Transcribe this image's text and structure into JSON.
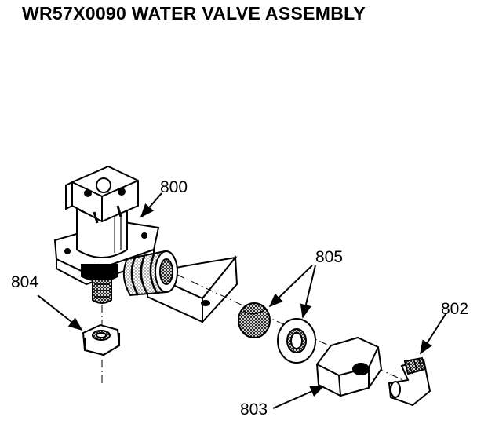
{
  "title": "WR57X0090 WATER VALVE ASSEMBLY",
  "callouts": {
    "c800": "800",
    "c802": "802",
    "c803": "803",
    "c804": "804",
    "c805": "805"
  },
  "colors": {
    "ink": "#000000",
    "background": "#ffffff"
  }
}
